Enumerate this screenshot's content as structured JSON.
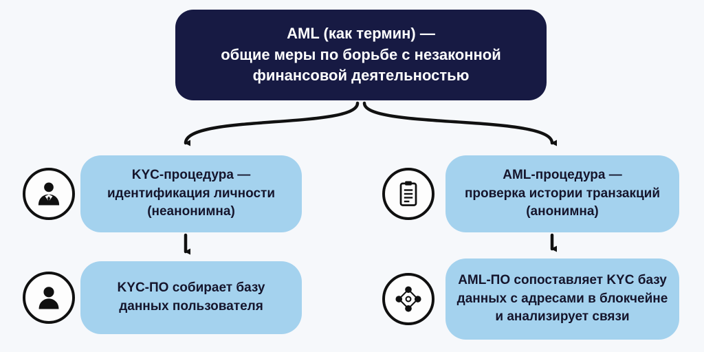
{
  "title_box": {
    "text": "AML (как термин) —\nобщие меры по борьбе с незаконной\nфинансовой деятельностью"
  },
  "nodes": [
    {
      "id": "kyc-procedure",
      "icon": "businessman-icon",
      "text": "KYC-процедура —\nидентификация личности\n(неанонимна)"
    },
    {
      "id": "aml-procedure",
      "icon": "clipboard-icon",
      "text": "AML-процедура —\nпроверка истории транзакций\n(анонимна)"
    },
    {
      "id": "kyc-software",
      "icon": "user-silhouette-icon",
      "text": "KYC-ПО собирает базу\nданных пользователя"
    },
    {
      "id": "aml-software",
      "icon": "network-icon",
      "text": "AML-ПО сопоставляет KYC базу\nданных с адресами в блокчейне\nи анализирует связи"
    }
  ],
  "colors": {
    "background": "#f6f8fb",
    "header_bg": "#171a43",
    "node_bg": "#a4d2ee",
    "text_light": "#ffffff",
    "text_dark": "#15152c",
    "arrow": "#111111",
    "icon_border": "#101010"
  }
}
